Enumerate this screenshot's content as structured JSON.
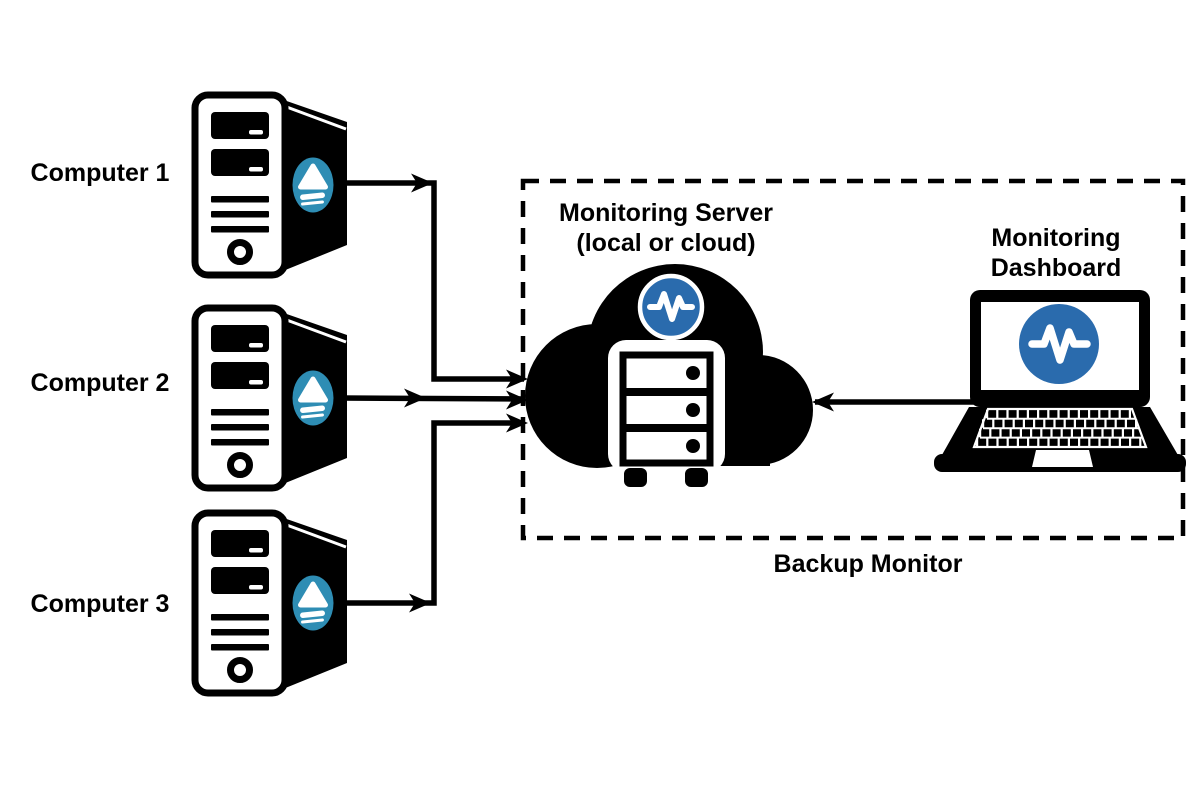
{
  "colors": {
    "ink": "#000000",
    "background": "#ffffff",
    "client_badge_blue": "#2E8DB4",
    "monitor_blue": "#2A6BAD"
  },
  "computers": [
    {
      "label": "Computer 1"
    },
    {
      "label": "Computer 2"
    },
    {
      "label": "Computer 3"
    }
  ],
  "monitoring_server": {
    "label_line1": "Monitoring Server",
    "label_line2": "(local or cloud)"
  },
  "monitoring_dashboard": {
    "label_line1": "Monitoring",
    "label_line2": "Dashboard"
  },
  "group_label": "Backup Monitor",
  "icons": {
    "computer": "desktop-tower-icon",
    "client_badge": "backup-client-eject-icon",
    "server_cloud": "cloud-icon",
    "server_rack": "server-rack-icon",
    "pulse": "pulse-monitor-icon",
    "dashboard": "laptop-icon"
  },
  "connections": [
    {
      "from": "computer-1",
      "to": "monitoring-server"
    },
    {
      "from": "computer-2",
      "to": "monitoring-server"
    },
    {
      "from": "computer-3",
      "to": "monitoring-server"
    },
    {
      "from": "monitoring-dashboard",
      "to": "monitoring-server"
    }
  ]
}
